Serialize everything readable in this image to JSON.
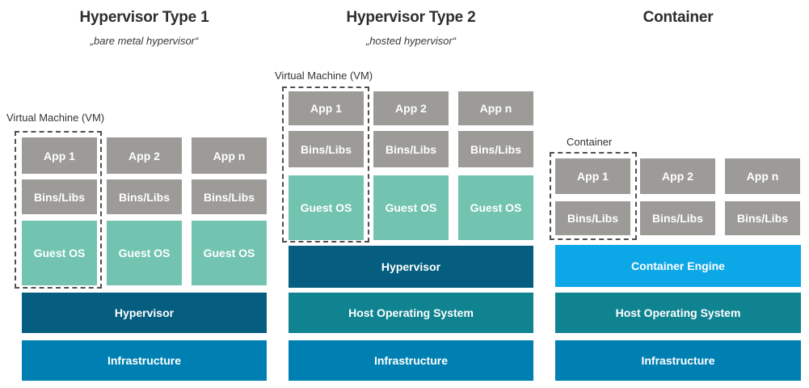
{
  "diagram": {
    "colors": {
      "box-gray": "#9c9b98",
      "guest-os-teal": "#72c4b1",
      "hypervisor-blue": "#055e80",
      "host-os-teal": "#0f8490",
      "infrastructure-blue": "#0080b2",
      "container-engine-cyan": "#0ba7e6"
    },
    "columns": [
      {
        "title": "Hypervisor Type 1",
        "subtitle": "„bare metal hypervisor“",
        "group_label": "Virtual Machine (VM)",
        "stacks": [
          {
            "app": "App 1",
            "bins": "Bins/Libs",
            "guest_os": "Guest OS"
          },
          {
            "app": "App 2",
            "bins": "Bins/Libs",
            "guest_os": "Guest OS"
          },
          {
            "app": "App n",
            "bins": "Bins/Libs",
            "guest_os": "Guest OS"
          }
        ],
        "layers": [
          {
            "label": "Hypervisor",
            "color": "#055e80"
          },
          {
            "label": "Infrastructure",
            "color": "#0080b2"
          }
        ]
      },
      {
        "title": "Hypervisor Type 2",
        "subtitle": "„hosted hypervisor“",
        "group_label": "Virtual Machine (VM)",
        "stacks": [
          {
            "app": "App 1",
            "bins": "Bins/Libs",
            "guest_os": "Guest OS"
          },
          {
            "app": "App 2",
            "bins": "Bins/Libs",
            "guest_os": "Guest OS"
          },
          {
            "app": "App n",
            "bins": "Bins/Libs",
            "guest_os": "Guest OS"
          }
        ],
        "layers": [
          {
            "label": "Hypervisor",
            "color": "#055e80"
          },
          {
            "label": "Host Operating System",
            "color": "#0f8490"
          },
          {
            "label": "Infrastructure",
            "color": "#0080b2"
          }
        ]
      },
      {
        "title": "Container",
        "group_label": "Container",
        "stacks": [
          {
            "app": "App 1",
            "bins": "Bins/Libs"
          },
          {
            "app": "App 2",
            "bins": "Bins/Libs"
          },
          {
            "app": "App n",
            "bins": "Bins/Libs"
          }
        ],
        "layers": [
          {
            "label": "Container Engine",
            "color": "#0ba7e6"
          },
          {
            "label": "Host Operating System",
            "color": "#0f8490"
          },
          {
            "label": "Infrastructure",
            "color": "#0080b2"
          }
        ]
      }
    ]
  }
}
